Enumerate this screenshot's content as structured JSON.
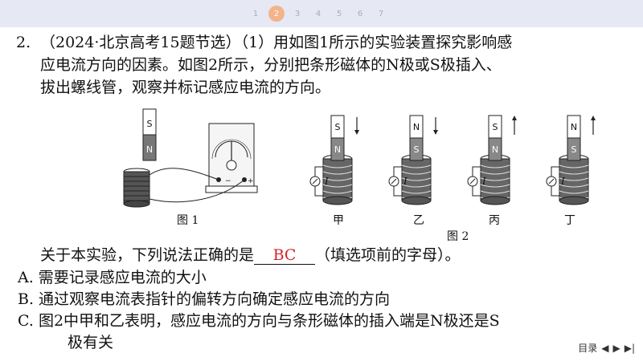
{
  "pager": {
    "pages": [
      "1",
      "2",
      "3",
      "4",
      "5",
      "6",
      "7"
    ],
    "active_index": 1
  },
  "question": {
    "number": "2.",
    "line1": "（2024·北京高考15题节选）（1）用如图1所示的实验装置探究影响感",
    "line2": "应电流方向的因素。如图2所示，分别把条形磁体的N极或S极插入、",
    "line3": "拔出螺线管，观察并标记感应电流的方向。"
  },
  "figure1": {
    "caption": "图 1",
    "magnet_top": "S",
    "magnet_bottom": "N"
  },
  "figure2": {
    "caption": "图 2",
    "current_label": "I",
    "panels": [
      {
        "label": "甲",
        "top_pole": "S",
        "bottom_pole": "N",
        "arrow": "down"
      },
      {
        "label": "乙",
        "top_pole": "N",
        "bottom_pole": "S",
        "arrow": "down"
      },
      {
        "label": "丙",
        "top_pole": "S",
        "bottom_pole": "N",
        "arrow": "up"
      },
      {
        "label": "丁",
        "top_pole": "N",
        "bottom_pole": "S",
        "arrow": "up"
      }
    ]
  },
  "prompt": {
    "before": "关于本实验，下列说法正确的是",
    "answer": "BC",
    "after": "（填选项前的字母）。"
  },
  "options": {
    "a": "A.  需要记录感应电流的大小",
    "b": "B.  通过观察电流表指针的偏转方向确定感应电流的方向",
    "c1": "C.  图2中甲和乙表明，感应电流的方向与条形磁体的插入端是N极还是S",
    "c2": "极有关"
  },
  "nav": {
    "toc_label": "目录"
  },
  "colors": {
    "answer": "#d0262b",
    "topbar": "#e6e8f3",
    "active_page": "#f2b48a"
  }
}
